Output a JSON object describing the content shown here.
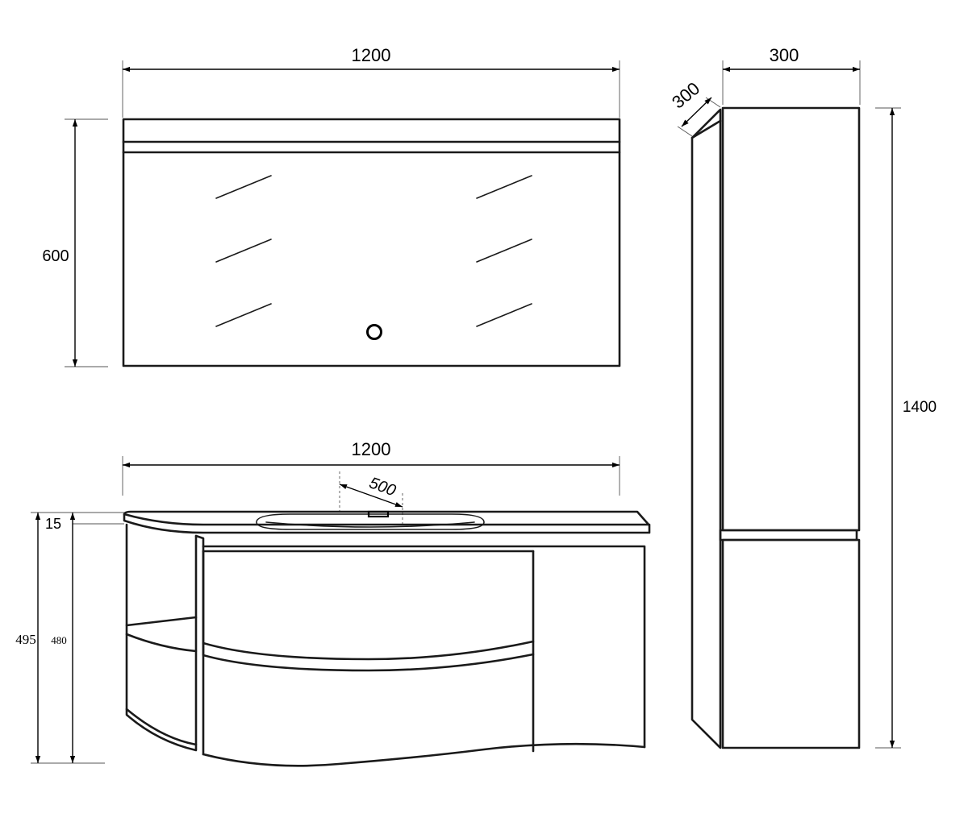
{
  "dimensions": {
    "mirror_width": "1200",
    "mirror_height": "600",
    "cabinet_width": "1200",
    "basin_width": "500",
    "countertop_thickness": "15",
    "vanity_total_height": "495",
    "vanity_body_height": "480",
    "tall_cabinet_width": "300",
    "tall_cabinet_depth": "300",
    "tall_cabinet_height": "1400"
  },
  "icons": {
    "mirror_touch_switch": "circle-icon"
  },
  "colors": {
    "line": "#1a1a1a",
    "background": "#ffffff"
  }
}
